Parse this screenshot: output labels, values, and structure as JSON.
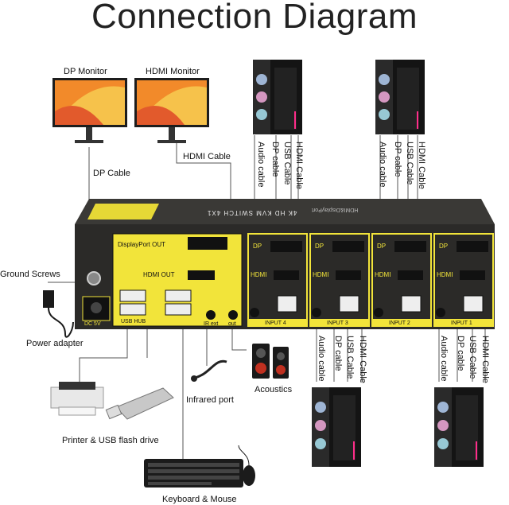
{
  "title": "Connection Diagram",
  "devices": {
    "dp_monitor": "DP Monitor",
    "hdmi_monitor": "HDMI Monitor",
    "dp_cable": "DP Cable",
    "hdmi_cable": "HDMI Cable",
    "ground_screws": "Ground Screws",
    "power_adapter": "Power adapter",
    "printer_usb": "Printer & USB flash drive",
    "infrared_port": "Infrared port",
    "acoustics": "Acoustics",
    "keyboard_mouse": "Keyboard & Mouse"
  },
  "switch": {
    "name": "4K HD KVM SWITCH 4X1",
    "sub": "HDMI&DisplayPort",
    "displayport_out": "DisplayPort OUT",
    "hdmi_out": "HDMI OUT",
    "usb_hub": "USB HUB",
    "dc": "DC 5V",
    "ir_ext": "IR ext",
    "out": "out",
    "dp": "DP",
    "hdmi": "HDMI",
    "inputs": [
      "INPUT 4",
      "INPUT 3",
      "INPUT 2",
      "INPUT 1"
    ]
  },
  "cables": {
    "audio": "Audio cable",
    "dp": "DP cable",
    "usb": "USB Cable",
    "hdmi": "HDMI Cable"
  },
  "colors": {
    "panel": "#2b2a28",
    "yellow": "#f2e43a",
    "line": "#444444"
  }
}
